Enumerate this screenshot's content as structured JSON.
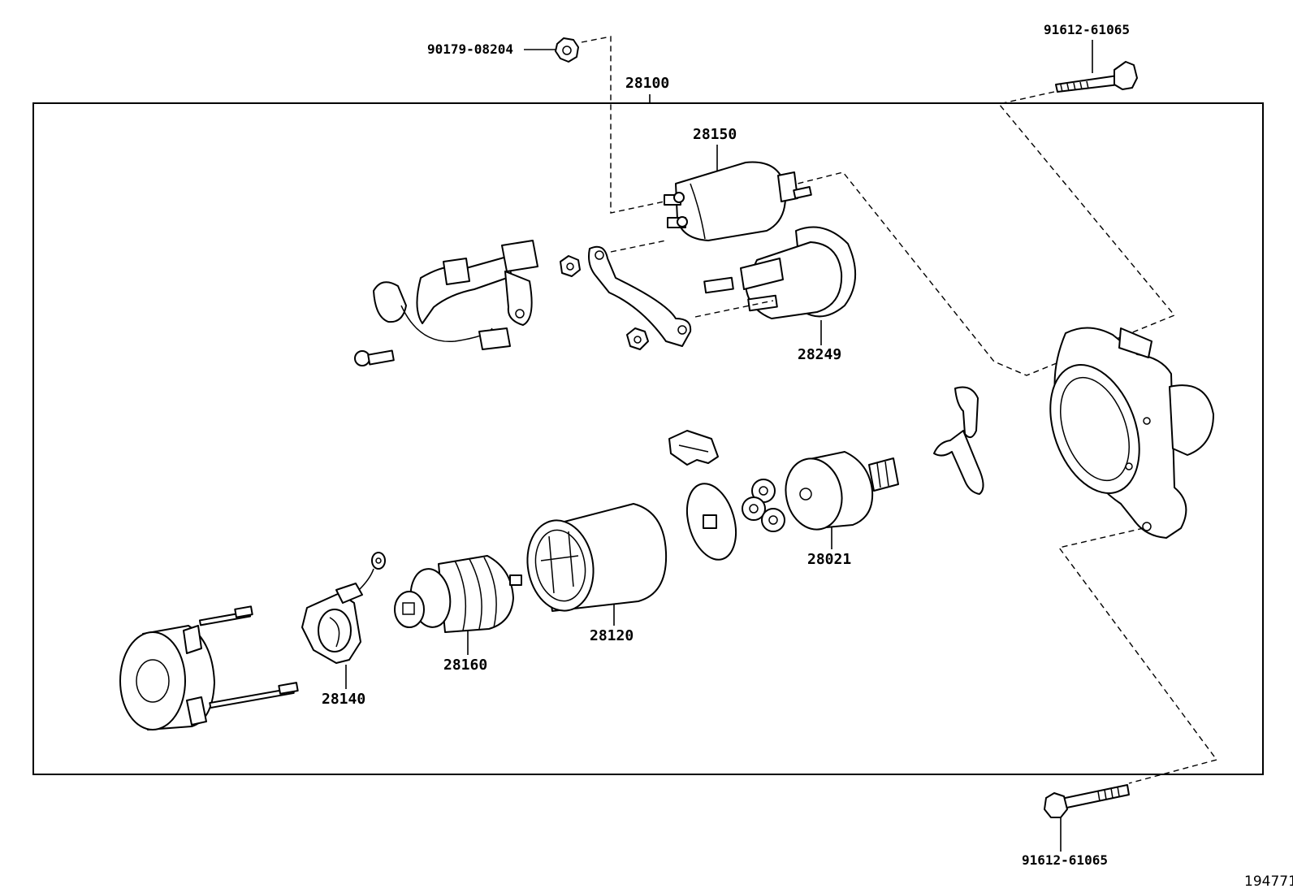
{
  "diagram": {
    "reference_number": "194771",
    "assembly_label": "28100",
    "part_labels": {
      "nut_top": "90179-08204",
      "bolt_top": "91612-61065",
      "bolt_bottom": "91612-61065",
      "solenoid": "28150",
      "solenoid_cover": "28249",
      "clutch": "28021",
      "yoke": "28120",
      "armature": "28160",
      "brush_holder": "28140"
    },
    "colors": {
      "line": "#000000",
      "background": "#ffffff"
    }
  }
}
